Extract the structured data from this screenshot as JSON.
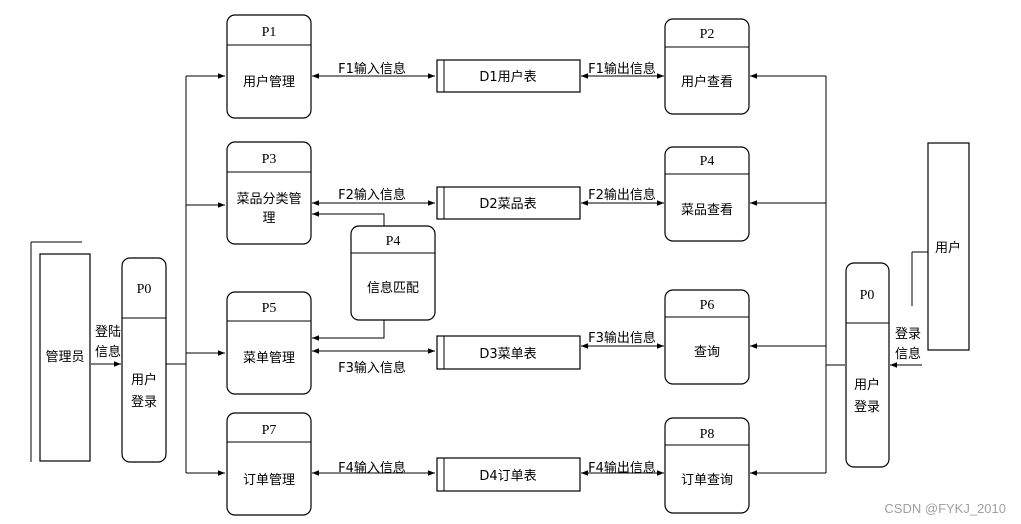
{
  "processes": {
    "p0_admin": {
      "id": "P0",
      "line1": "用户",
      "line2": "登录"
    },
    "p0_user": {
      "id": "P0",
      "line1": "用户",
      "line2": "登录"
    },
    "p1": {
      "id": "P1",
      "label": "用户管理"
    },
    "p2": {
      "id": "P2",
      "label": "用户查看"
    },
    "p3": {
      "id": "P3",
      "line1": "菜品分类管",
      "line2": "理"
    },
    "p4_view": {
      "id": "P4",
      "label": "菜品查看"
    },
    "p4_match": {
      "id": "P4",
      "label": "信息匹配"
    },
    "p5": {
      "id": "P5",
      "label": "菜单管理"
    },
    "p6": {
      "id": "P6",
      "label": "查询"
    },
    "p7": {
      "id": "P7",
      "label": "订单管理"
    },
    "p8": {
      "id": "P8",
      "label": "订单查询"
    }
  },
  "entities": {
    "admin": "管理员",
    "user": "用户"
  },
  "stores": {
    "d1": "D1用户表",
    "d2": "D2菜品表",
    "d3": "D3菜单表",
    "d4": "D4订单表"
  },
  "flows": {
    "admin_login": {
      "line1": "登陆",
      "line2": "信息"
    },
    "user_login": {
      "line1": "登录",
      "line2": "信息"
    },
    "f1_in": "F1输入信息",
    "f1_out": "F1输出信息",
    "f2_in": "F2输入信息",
    "f2_out": "F2输出信息",
    "f3_in": "F3输入信息",
    "f3_out": "F3输出信息",
    "f4_in": "F4输入信息",
    "f4_out": "F4输出信息"
  },
  "watermark": "CSDN @FYKJ_2010"
}
